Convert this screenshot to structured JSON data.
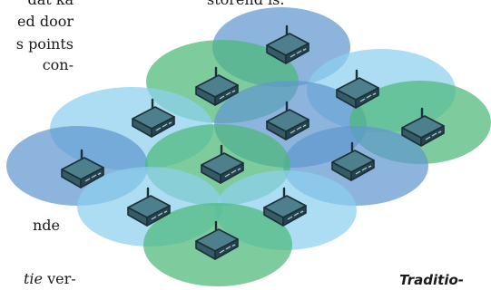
{
  "text_fragments": {
    "top_right": "storend is.",
    "left_1": "dat ka",
    "left_2": "ed door",
    "left_3": "s points",
    "left_4": "con-",
    "left_5": "nde",
    "left_6_italic": "tie",
    "left_6_rest": "ver-"
  },
  "caption": "Traditio-",
  "diagram": {
    "device_icon": "wireless-router-icon",
    "colors": {
      "blue": "#5f97cf",
      "light_blue": "#8cd0ef",
      "green": "#4cb878",
      "router_body": "#355b67",
      "router_top": "#4d7f8d",
      "router_front": "#24444f"
    },
    "cells": [
      {
        "id": "c1",
        "color": "blue"
      },
      {
        "id": "c2",
        "color": "green"
      },
      {
        "id": "c3",
        "color": "light_blue"
      },
      {
        "id": "c4",
        "color": "light_blue"
      },
      {
        "id": "c5",
        "color": "blue"
      },
      {
        "id": "c6",
        "color": "green"
      },
      {
        "id": "c7",
        "color": "blue"
      },
      {
        "id": "c8",
        "color": "blue"
      },
      {
        "id": "c9",
        "color": "green"
      },
      {
        "id": "c10",
        "color": "light_blue"
      },
      {
        "id": "c11",
        "color": "light_blue"
      },
      {
        "id": "c12",
        "color": "green"
      }
    ]
  }
}
